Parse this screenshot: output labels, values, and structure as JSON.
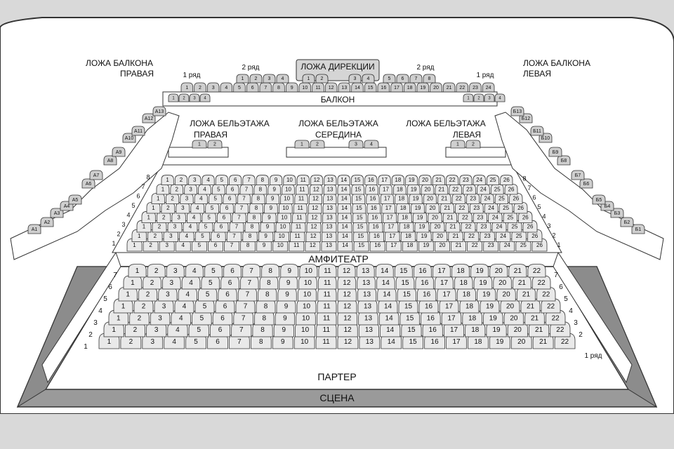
{
  "labels": {
    "box_balcony_right_1": "ЛОЖА БАЛКОНА",
    "box_balcony_right_2": "ПРАВАЯ",
    "box_balcony_left_1": "ЛОЖА БАЛКОНА",
    "box_balcony_left_2": "ЛЕВАЯ",
    "box_direction": "ЛОЖА ДИРЕКЦИИ",
    "balcony": "БАЛКОН",
    "row1": "1 ряд",
    "row2": "2 ряд",
    "bel_right_1": "ЛОЖА БЕЛЬЭТАЖА",
    "bel_right_2": "ПРАВАЯ",
    "bel_mid_1": "ЛОЖА БЕЛЬЭТАЖА",
    "bel_mid_2": "СЕРЕДИНА",
    "bel_left_1": "ЛОЖА БЕЛЬЭТАЖА",
    "bel_left_2": "ЛЕВАЯ",
    "amphitheater": "АМФИТЕАТР",
    "parterre": "ПАРТЕР",
    "stage": "СЦЕНА",
    "parterre_row1": "1 ряд"
  },
  "sections": {
    "balcony_row1_count": 24,
    "balcony_row2_count": 8,
    "direction_box_seats": [
      "1",
      "2",
      "3",
      "4"
    ],
    "balcony_row2_left_seats": [
      "1",
      "2",
      "3",
      "4"
    ],
    "balcony_row2_right_seats": [
      "5",
      "6",
      "7",
      "8"
    ],
    "balcony_side_seats_left": [
      "1",
      "2",
      "3",
      "4"
    ],
    "balcony_side_seats_right": [
      "1",
      "2",
      "3",
      "4"
    ],
    "bel_right_seats": [
      "1",
      "2"
    ],
    "bel_mid_seats": [
      "1",
      "2",
      "3",
      "4"
    ],
    "bel_left_seats": [
      "1",
      "2"
    ],
    "box_a": [
      "А1",
      "А2",
      "А3",
      "А4",
      "А5",
      "А6",
      "А7",
      "А8",
      "А9",
      "А10",
      "А11",
      "А12",
      "А13"
    ],
    "box_b": [
      "Б1",
      "Б2",
      "Б3",
      "Б4",
      "Б5",
      "Б6",
      "Б7",
      "Б8",
      "Б9",
      "Б10",
      "Б11",
      "Б12",
      "Б13"
    ],
    "amphitheater_rows": [
      26,
      26,
      26,
      26,
      26,
      26,
      26,
      26
    ],
    "amphitheater_row_labels": [
      "1",
      "2",
      "3",
      "4",
      "5",
      "6",
      "7",
      "8"
    ],
    "parterre_rows": [
      22,
      22,
      22,
      22,
      22,
      22,
      22
    ],
    "parterre_row_labels": [
      "1",
      "2",
      "3",
      "4",
      "5",
      "6",
      "7"
    ]
  },
  "colors": {
    "seat_fill": "#e9e9e9",
    "seat_stroke": "#333333",
    "floor": "#ffffff",
    "wall": "#d9d9d9",
    "dark_aisle": "#8c8c8c",
    "box_seat": "#cfcfcf"
  }
}
